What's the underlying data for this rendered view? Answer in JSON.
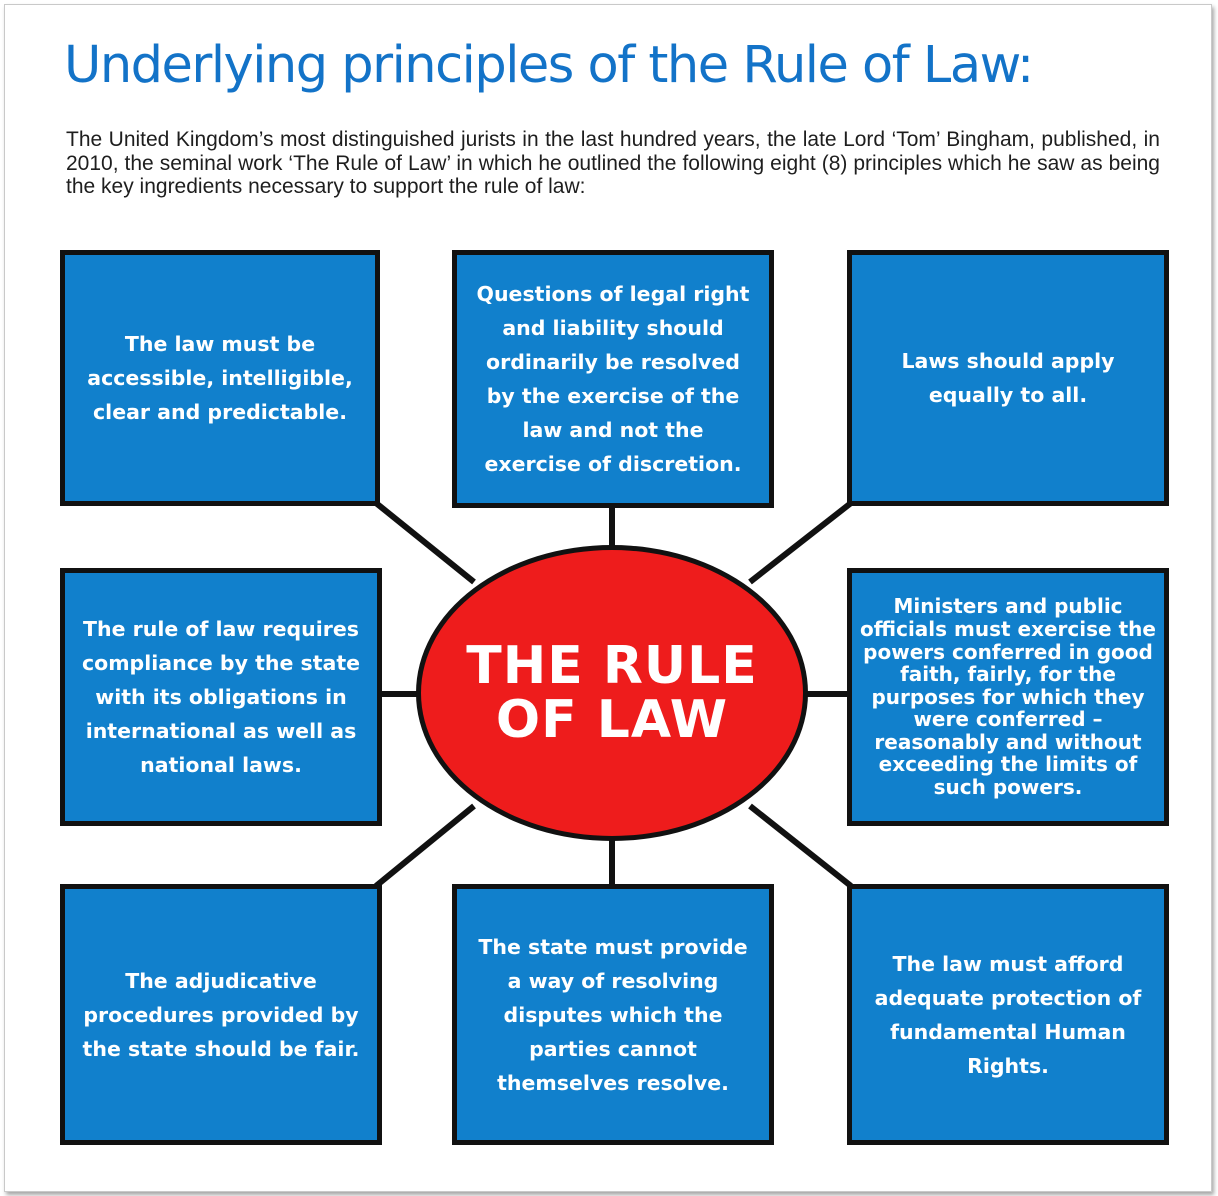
{
  "title": "Underlying principles of the Rule of Law:",
  "intro": "The United Kingdom’s most distinguished jurists in the last hundred years, the late Lord ‘Tom’ Bingham, published, in 2010, the seminal work ‘The Rule of Law’ in which he outlined the following eight (8) principles which he saw as being the key ingredients necessary to support the rule of law:",
  "center_label": "THE RULE OF LAW",
  "principles": [
    "The law must be accessible, intelligible, clear and predictable.",
    "Questions of legal right and liability should ordinarily be resolved by the exercise of the law and not the exercise of discretion.",
    "Laws should apply equally to all.",
    "The rule of law requires compliance by the state with its obligations in international as well as national laws.",
    "Ministers and public officials must exercise the powers conferred in good faith, fairly, for the purposes for which they were conferred – reasonably and without exceeding the limits of such powers.",
    "The adjudicative procedures provided by the state should be fair.",
    "The state must provide a way of resolving disputes which the parties cannot themselves resolve.",
    "The law must afford adequate protection of fundamental Human Rights."
  ],
  "colors": {
    "title": "#1373c8",
    "box_fill": "#1180cc",
    "center_fill": "#ee1c1c",
    "outline": "#111111"
  }
}
